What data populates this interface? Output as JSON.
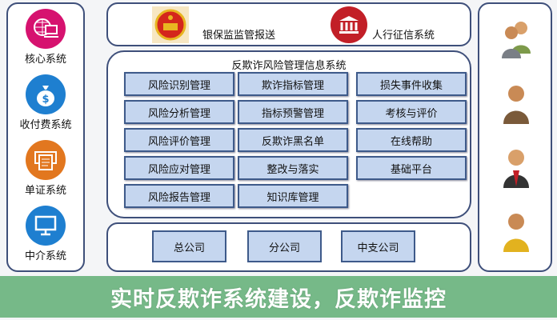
{
  "left_systems": [
    "核心系统",
    "收付费系统",
    "单证系统",
    "中介系统"
  ],
  "top_systems": [
    "银保监监管报送",
    "人行征信系统"
  ],
  "main": {
    "title": "反欺诈风险管理信息系统",
    "col1": [
      "风险识别管理",
      "风险分析管理",
      "风险评价管理",
      "风险应对管理",
      "风险报告管理"
    ],
    "col2": [
      "欺诈指标管理",
      "指标预警管理",
      "反欺诈黑名单",
      "整改与落实",
      "知识库管理"
    ],
    "col3": [
      "损失事件收集",
      "考核与评价",
      "在线帮助",
      "基础平台"
    ]
  },
  "branches": [
    "总公司",
    "分公司",
    "中支公司"
  ],
  "banner": "实时反欺诈系统建设，反欺诈监控",
  "colors": {
    "core": "#d6126f",
    "fee": "#1e7fd0",
    "doc": "#e2771f",
    "agent": "#1e7fd0",
    "banner": "#5fae74"
  }
}
